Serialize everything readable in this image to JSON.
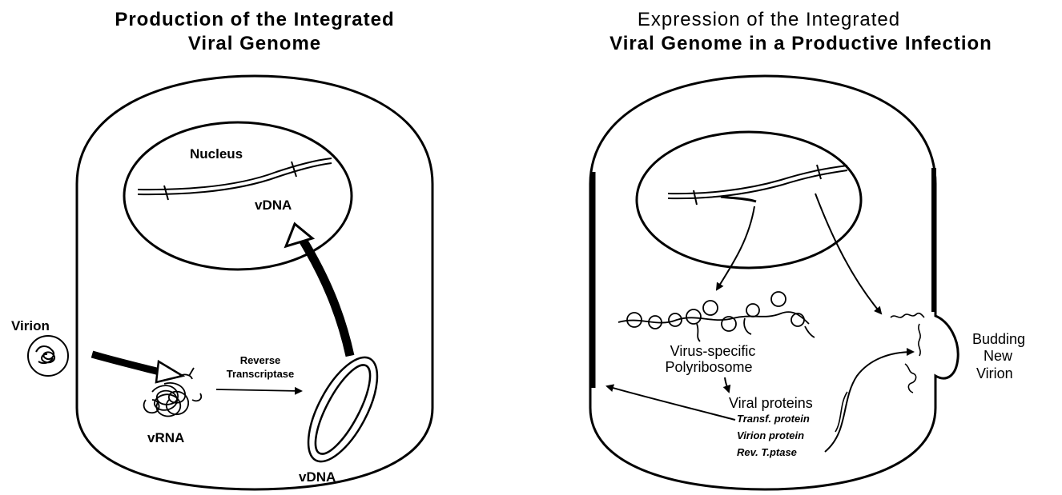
{
  "left": {
    "title_line1": "Production of the Integrated",
    "title_line2": "Viral Genome",
    "nucleus_label": "Nucleus",
    "vdna_nucleus_label": "vDNA",
    "virion_label": "Virion",
    "vrna_label": "vRNA",
    "rt_line1": "Reverse",
    "rt_line2": "Transcriptase",
    "vdna_circle_label": "vDNA"
  },
  "right": {
    "title_line1": "Expression of the Integrated",
    "title_line2": "Viral Genome in a Productive Infection",
    "polyribosome_line1": "Virus-specific",
    "polyribosome_line2": "Polyribosome",
    "proteins_label": "Viral proteins",
    "protein_items": [
      "Transf. protein",
      "Virion protein",
      "Rev. T.ptase"
    ],
    "budding_line1": "Budding",
    "budding_line2": "New",
    "budding_line3": "Virion"
  }
}
